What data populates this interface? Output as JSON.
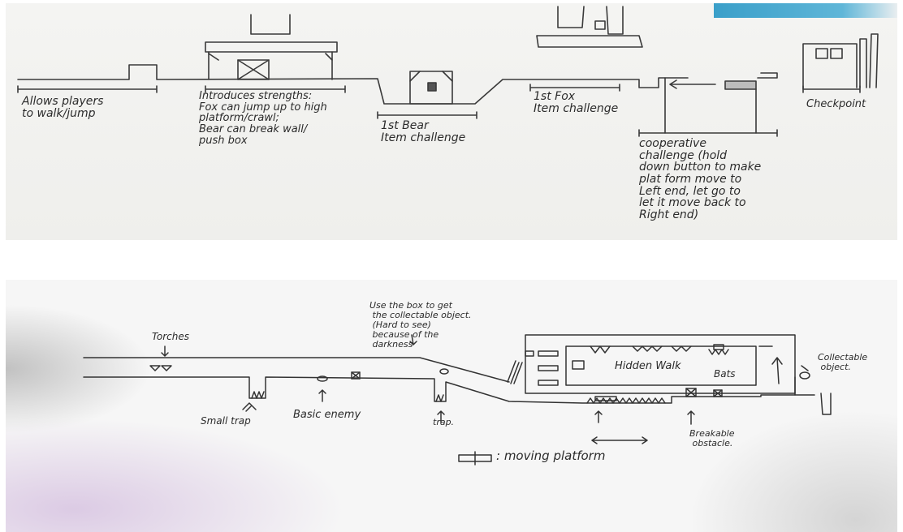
{
  "colors": {
    "pencil": "#3a3a3a",
    "paper": "#f4f4f2",
    "tape": "#3a9fc9",
    "smudge": "#c9b8d8"
  },
  "top_sketch": {
    "notes": {
      "walk_jump": "Allows players\nto walk/jump",
      "strengths": "Introduces strengths:\nFox can jump up to high\nplatform/crawl;\nBear can break wall/\npush box",
      "bear_item": "1st Bear\nItem challenge",
      "fox_item": "1st Fox\nItem challenge",
      "cooperative": "cooperative\nchallenge (hold\ndown button to make\nplat form move to\nLeft end, let go to\nlet it move back to\nRight end)",
      "checkpoint": "Checkpoint"
    }
  },
  "bottom_sketch": {
    "notes": {
      "torches": "Torches",
      "box_collectable": "Use the box to get\n the collectable object.\n (Hard to see)\n because of the\n darkness",
      "hidden_walk": "Hidden Walk",
      "bats": "Bats",
      "collectable": "Collectable\n object.",
      "small_trap": "Small trap",
      "basic_enemy": "Basic enemy",
      "trap": "trap.",
      "breakable": "Breakable\n obstacle.",
      "legend": ": moving platform"
    }
  }
}
